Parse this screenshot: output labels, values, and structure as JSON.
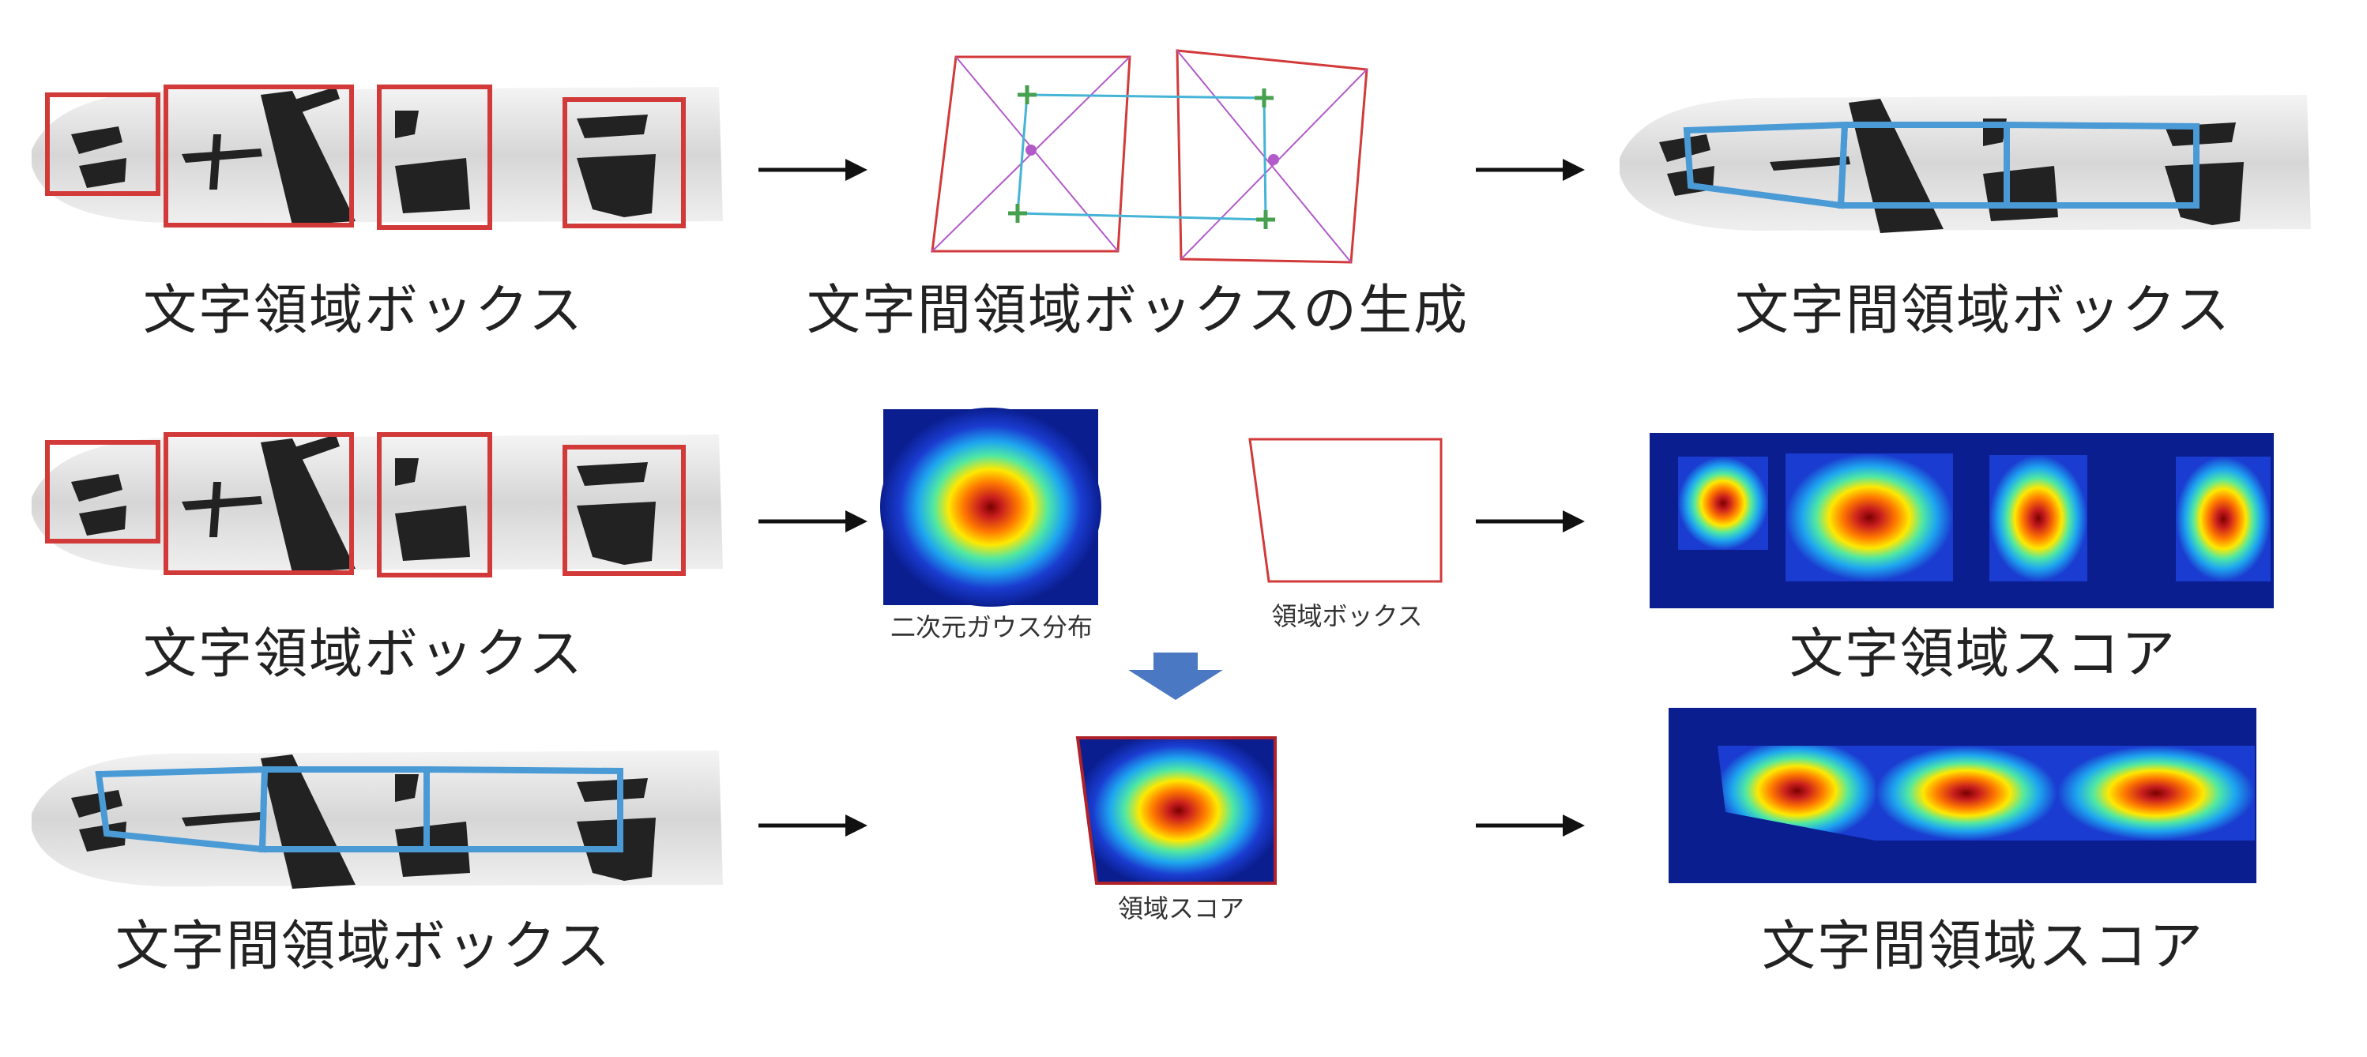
{
  "colors": {
    "char_box": "#d23a3a",
    "affinity_box": "#4a9ad6",
    "jet_bg": "#0a1e90",
    "arrow": "#111111",
    "down_arrow": "#4a78c2",
    "geo_green": "#46a04e",
    "geo_purple": "#b25bc8",
    "geo_cyan": "#45b4d6"
  },
  "icons": [
    "right-arrow-icon",
    "down-arrow-icon"
  ],
  "labels": {
    "row1_left": "文字領域ボックス",
    "row1_mid": "文字間領域ボックスの生成",
    "row1_right": "文字間領域ボックス",
    "row2_left": "文字領域ボックス",
    "gaussian_caption": "二次元ガウス分布",
    "region_box_caption": "領域ボックス",
    "row2_right": "文字領域スコア",
    "row3_left": "文字間領域ボックス",
    "region_score_caption": "領域スコア",
    "row3_right": "文字間領域スコア"
  }
}
